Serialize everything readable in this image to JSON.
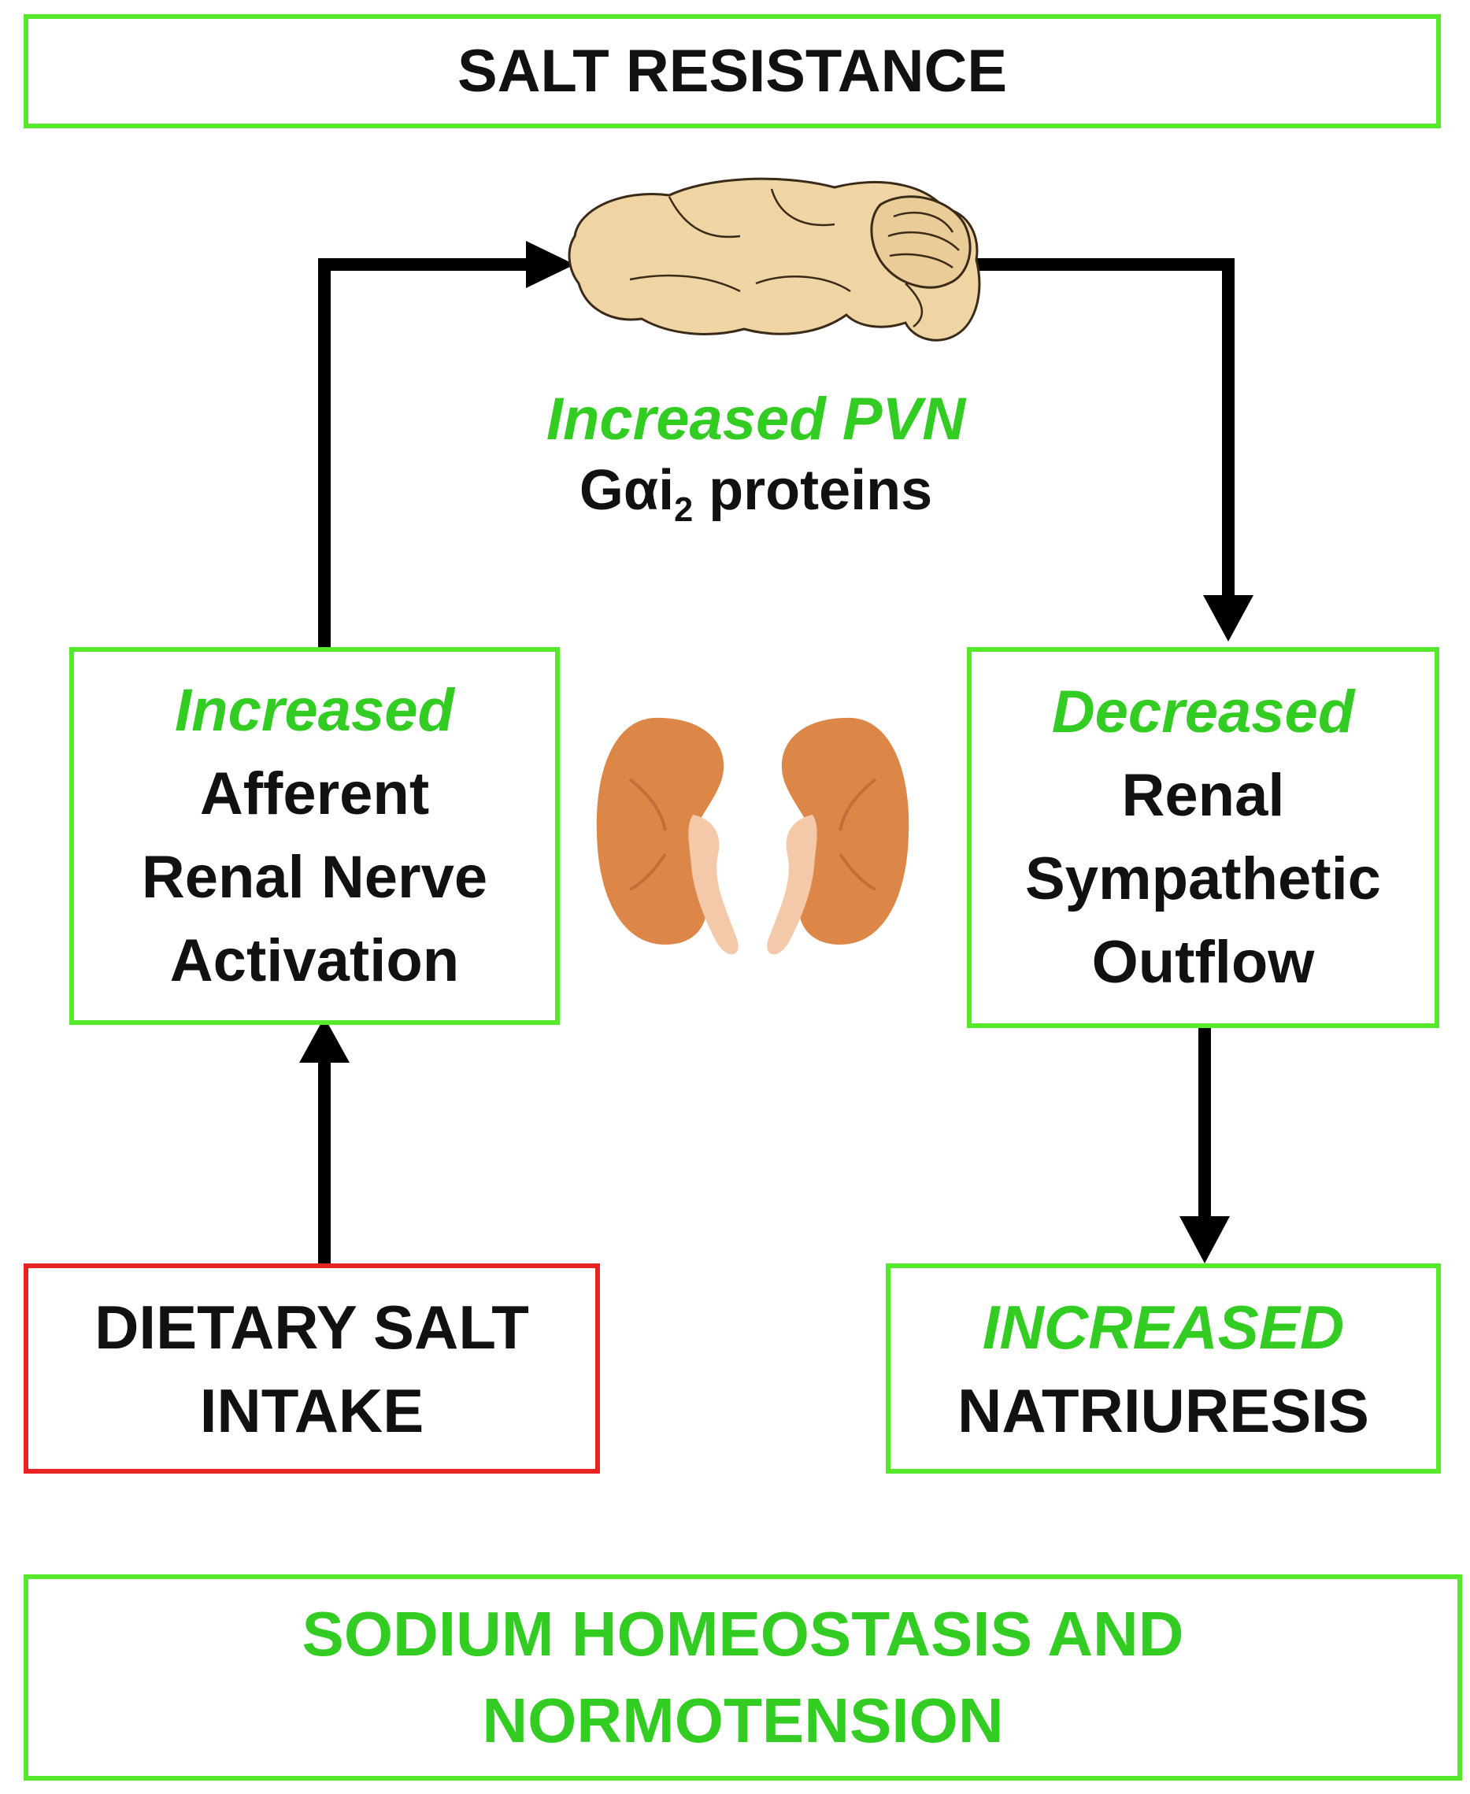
{
  "colors": {
    "green_border": "#55e82b",
    "red_border": "#e82323",
    "green_text": "#33cc22",
    "black": "#111111"
  },
  "top_box": {
    "text": "SALT RESISTANCE"
  },
  "brain": {
    "icon": "brain-icon"
  },
  "pvn": {
    "line1": "Increased PVN",
    "line2_prefix": "Gαi",
    "line2_sub": "2",
    "line2_suffix": " proteins"
  },
  "left_box": {
    "heading": "Increased",
    "lines": [
      "Afferent",
      "Renal Nerve",
      "Activation"
    ]
  },
  "kidneys": {
    "icon": "kidneys-icon"
  },
  "right_box": {
    "heading": "Decreased",
    "lines": [
      "Renal",
      "Sympathetic",
      "Outflow"
    ]
  },
  "dietary_box": {
    "lines": [
      "DIETARY SALT",
      "INTAKE"
    ]
  },
  "natriuresis_box": {
    "heading": "INCREASED",
    "text": "NATRIURESIS"
  },
  "bottom_box": {
    "lines": [
      "SODIUM HOMEOSTASIS AND",
      "NORMOTENSION"
    ]
  }
}
